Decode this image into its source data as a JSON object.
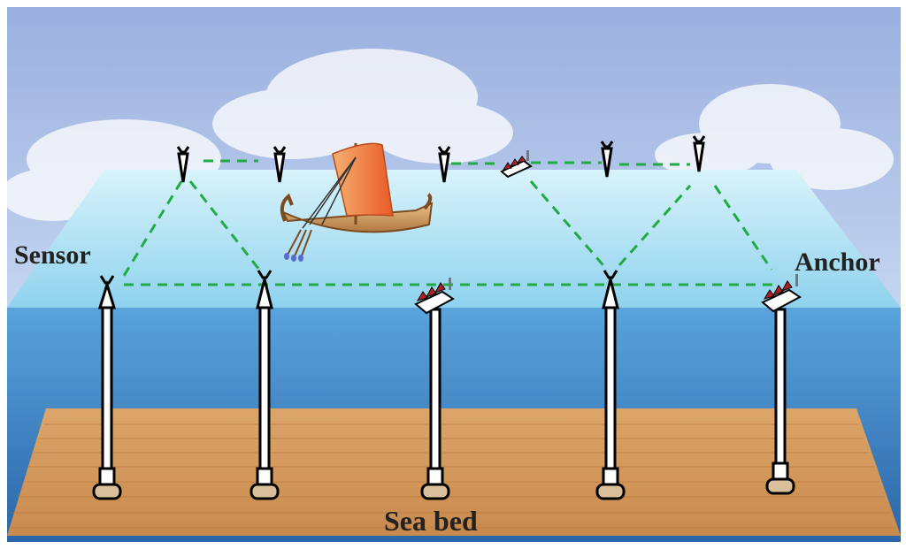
{
  "labels": {
    "sensor": "Sensor",
    "anchor": "Anchor",
    "sea_bed": "Sea bed"
  },
  "colors": {
    "sky_top": "#9fb3e0",
    "sky_bottom": "#c9d9f0",
    "surface": "#b8e8f5",
    "water_top": "#4f9bd6",
    "water_bottom": "#2f6fb0",
    "seabed": "#d59a5d",
    "link": "#22aa44",
    "sail": "#f07a3a",
    "hull": "#d9a46a",
    "anchor_roof": "#b32020"
  },
  "icons": [
    "sensor-node-icon",
    "anchor-node-icon",
    "ship-icon",
    "cloud-icon"
  ]
}
